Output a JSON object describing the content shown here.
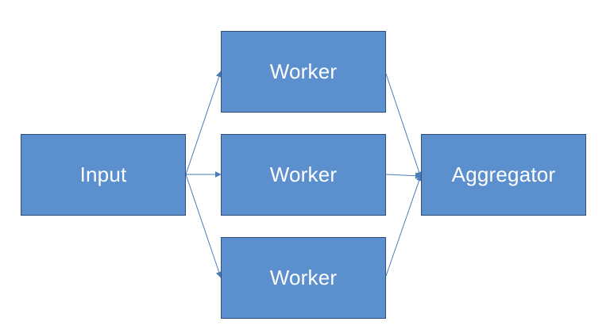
{
  "diagram": {
    "nodes": {
      "input": "Input",
      "workers": [
        "Worker",
        "Worker",
        "Worker"
      ],
      "aggregator": "Aggregator"
    },
    "edges": [
      {
        "from": "Input",
        "to": "Worker 1"
      },
      {
        "from": "Input",
        "to": "Worker 2"
      },
      {
        "from": "Input",
        "to": "Worker 3"
      },
      {
        "from": "Worker 1",
        "to": "Aggregator"
      },
      {
        "from": "Worker 2",
        "to": "Aggregator"
      },
      {
        "from": "Worker 3",
        "to": "Aggregator"
      }
    ],
    "colors": {
      "box_fill": "#5b8fcd",
      "box_border": "#2f4f78",
      "box_text": "#ffffff",
      "arrow": "#4a7ebb"
    }
  }
}
